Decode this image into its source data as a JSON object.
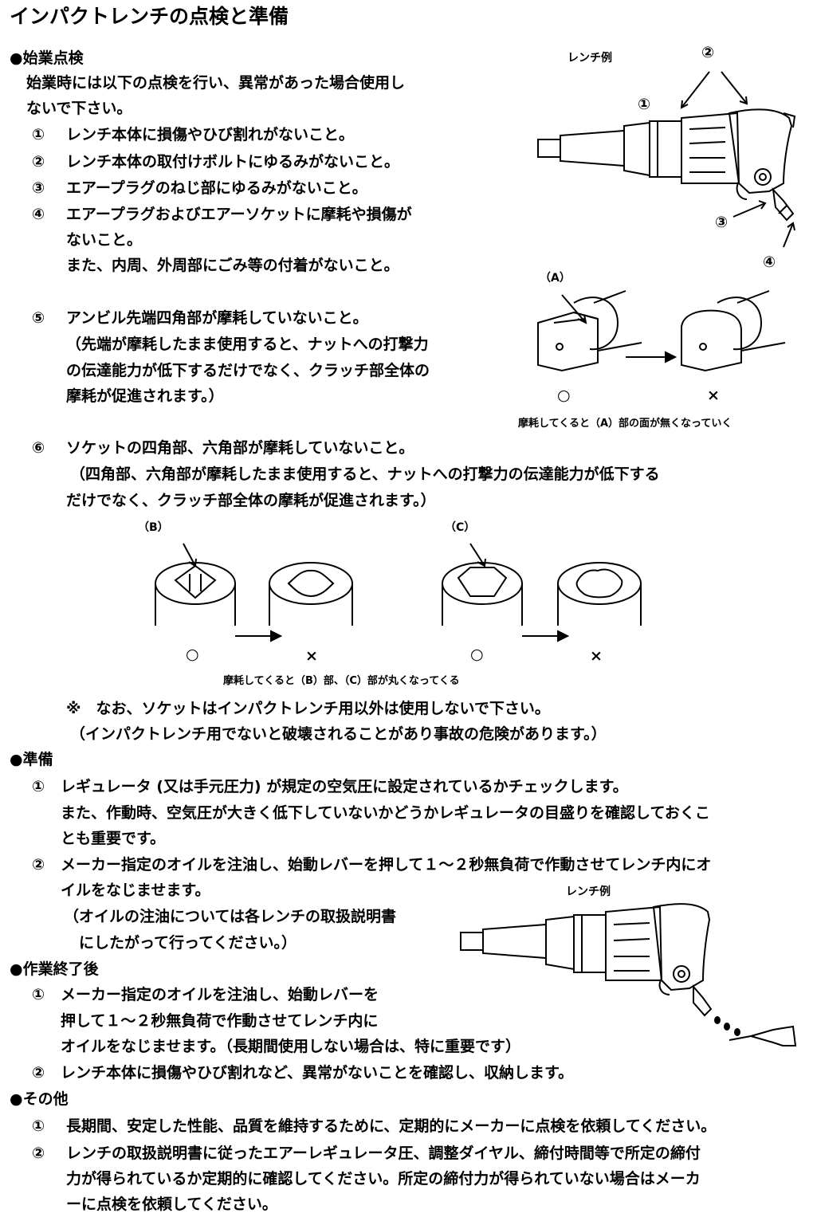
{
  "title": "インパクトレンチの点検と準備",
  "section1": {
    "heading": "●始業点検",
    "intro": [
      "始業時には以下の点検を行い、異常があった場合使用し",
      "ないで下さい。"
    ],
    "items": [
      {
        "num": "①",
        "lines": [
          "レンチ本体に損傷やひび割れがないこと。"
        ]
      },
      {
        "num": "②",
        "lines": [
          "レンチ本体の取付けボルトにゆるみがないこと。"
        ]
      },
      {
        "num": "③",
        "lines": [
          "エアープラグのねじ部にゆるみがないこと。"
        ]
      },
      {
        "num": "④",
        "lines": [
          "エアープラグおよびエアーソケットに摩耗や損傷が",
          "ないこと。",
          "また、内周、外周部にごみ等の付着がないこと。"
        ]
      },
      {
        "num": "⑤",
        "lines": [
          "アンビル先端四角部が摩耗していないこと。",
          "（先端が摩耗したまま使用すると、ナットへの打撃力",
          "の伝達能力が低下するだけでなく、クラッチ部全体の",
          "摩耗が促進されます。）"
        ]
      },
      {
        "num": "⑥",
        "lines": [
          "ソケットの四角部、六角部が摩耗していないこと。",
          "（四角部、六角部が摩耗したまま使用すると、ナットへの打撃力の伝達能力が低下する",
          "だけでなく、クラッチ部全体の摩耗が促進されます。）"
        ]
      }
    ],
    "note": [
      "※　なお、ソケットはインパクトレンチ用以外は使用しないで下さい。",
      "（インパクトレンチ用でないと破壊されることがあり事故の危険があります。）"
    ]
  },
  "fig1": {
    "label": "レンチ例",
    "callouts": [
      "①",
      "②",
      "③",
      "④"
    ]
  },
  "fig2": {
    "label_a": "（A）",
    "ok": "○",
    "ng": "×",
    "caption": "摩耗してくると（A）部の面が無くなっていく"
  },
  "fig3": {
    "label_b": "（B）",
    "label_c": "（C）",
    "ok": "○",
    "ng": "×",
    "caption": "摩耗してくると（B）部、（C）部が丸くなってくる"
  },
  "section2": {
    "heading": "●準備",
    "items": [
      {
        "num": "①",
        "lines": [
          "レギュレータ (又は手元圧力) が規定の空気圧に設定されているかチェックします。",
          "また、作動時、空気圧が大きく低下していないかどうかレギュレータの目盛りを確認しておくこ",
          "とも重要です。"
        ]
      },
      {
        "num": "②",
        "lines": [
          "メーカー指定のオイルを注油し、始動レバーを押して１～２秒無負荷で作動させてレンチ内にオ",
          "イルをなじませます。",
          "（オイルの注油については各レンチの取扱説明書",
          "　にしたがって行ってください。）"
        ]
      }
    ]
  },
  "fig4": {
    "label": "レンチ例"
  },
  "section3": {
    "heading": "●作業終了後",
    "items": [
      {
        "num": "①",
        "lines": [
          "メーカー指定のオイルを注油し、始動レバーを",
          "押して１～２秒無負荷で作動させてレンチ内に",
          "オイルをなじませます。（長期間使用しない場合は、特に重要です）"
        ]
      },
      {
        "num": "②",
        "lines": [
          "レンチ本体に損傷やひび割れなど、異常がないことを確認し、収納します。"
        ]
      }
    ]
  },
  "section4": {
    "heading": "●その他",
    "items": [
      {
        "num": "①",
        "lines": [
          "長期間、安定した性能、品質を維持するために、定期的にメーカーに点検を依頼してください。"
        ]
      },
      {
        "num": "②",
        "lines": [
          "レンチの取扱説明書に従ったエアーレギュレータ圧、調整ダイヤル、締付時間等で所定の締付",
          "力が得られているか定期的に確認してください。所定の締付力が得られていない場合はメーカ",
          "ーに点検を依頼してください。"
        ]
      }
    ]
  }
}
